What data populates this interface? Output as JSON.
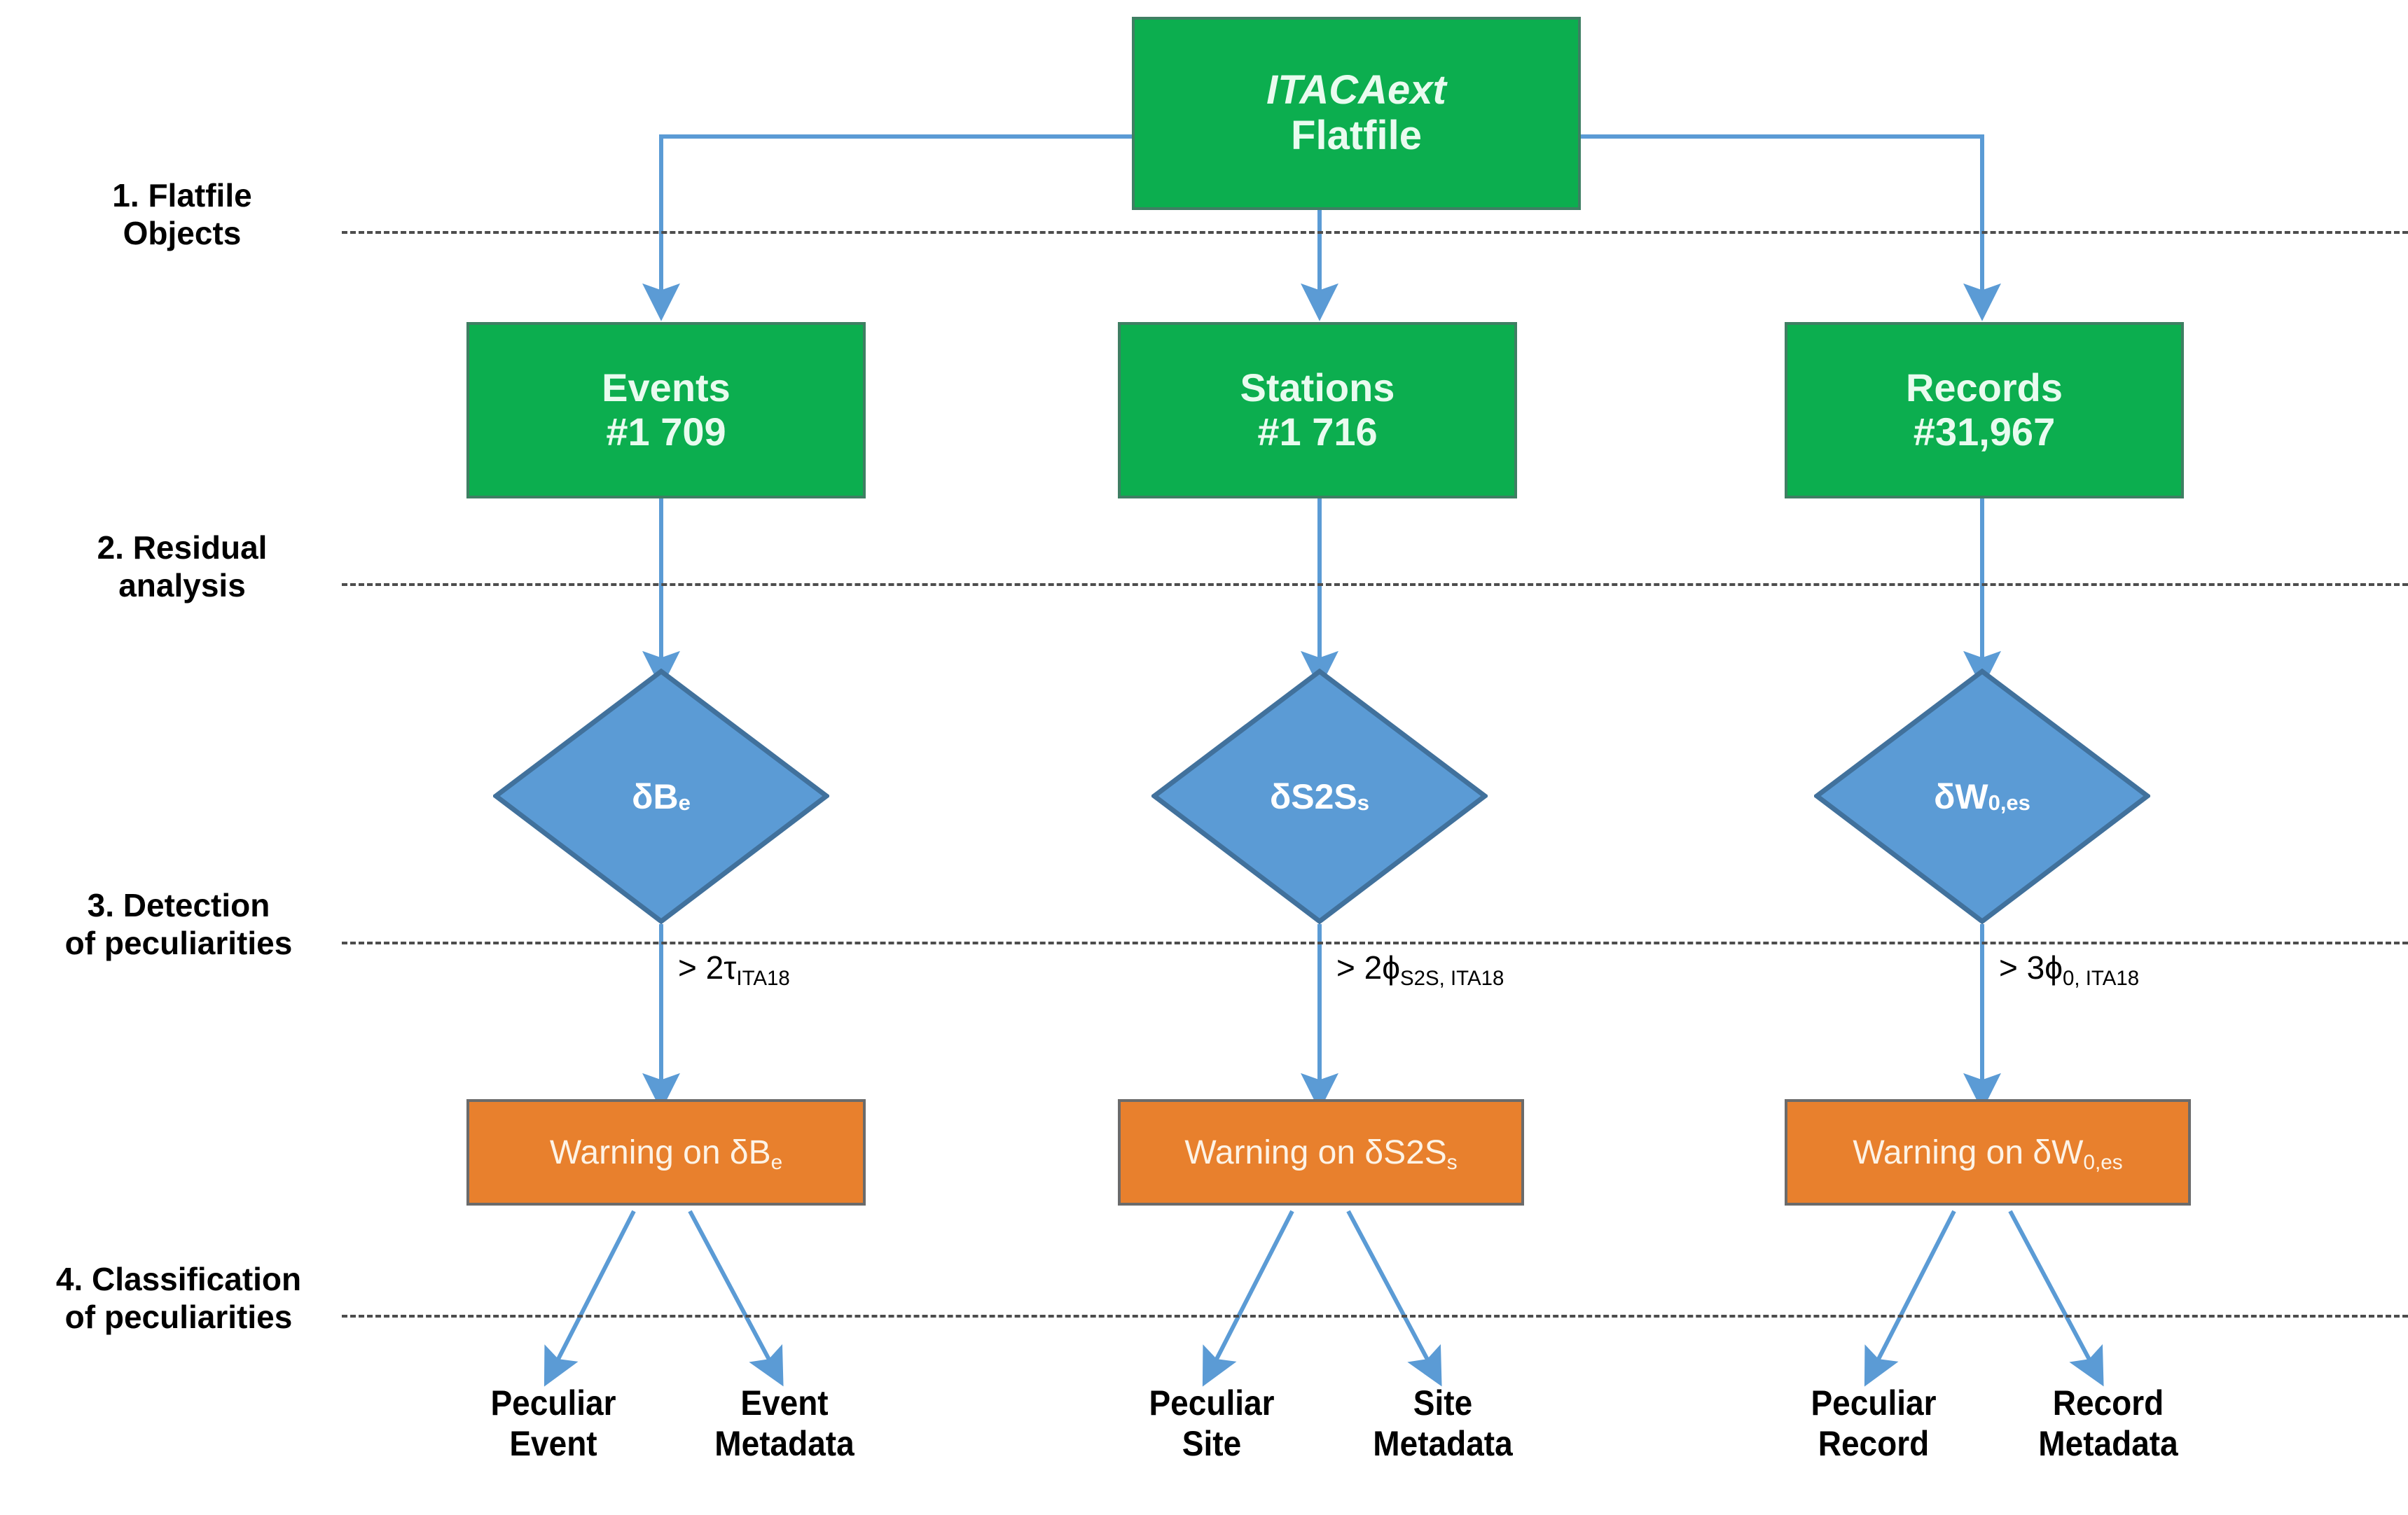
{
  "diagram": {
    "title_box": {
      "line1": "ITACAext",
      "line2": "Flatfile"
    },
    "colors": {
      "green": "#0CAE4F",
      "green_border": "#3f7f63",
      "orange": "#E8802D",
      "orange_border": "#6b6b6b",
      "blue": "#5B9BD5",
      "blue_border": "#41719C",
      "connector": "#5B9BD5",
      "divider": "#4d4d4d",
      "text_dark": "#000000"
    },
    "phases": [
      {
        "number": "1.",
        "label": "1. Flatfile\nObjects"
      },
      {
        "number": "2.",
        "label": "2. Residual\nanalysis"
      },
      {
        "number": "3.",
        "label": "3. Detection\nof peculiarities"
      },
      {
        "number": "4.",
        "label": "4. Classification\nof peculiarities"
      }
    ],
    "objects": [
      {
        "name": "Events",
        "count": "#1 709"
      },
      {
        "name": "Stations",
        "count": "#1 716"
      },
      {
        "name": "Records",
        "count": "#31,967"
      }
    ],
    "residuals": [
      {
        "symbol": "δB",
        "sub": "e"
      },
      {
        "symbol": "δS2S",
        "sub": "s"
      },
      {
        "symbol": "δW",
        "sub": "0,es"
      }
    ],
    "conditions": [
      {
        "prefix": "> 2τ",
        "sub": "ITA18"
      },
      {
        "prefix": "> 2ϕ",
        "sub": "S2S, ITA18"
      },
      {
        "prefix": "> 3ϕ",
        "sub": "0, ITA18"
      }
    ],
    "warnings": [
      {
        "prefix": "Warning on δB",
        "sub": "e"
      },
      {
        "prefix": "Warning on δS2S",
        "sub": "s"
      },
      {
        "prefix": "Warning on δW",
        "sub": "0,es"
      }
    ],
    "outcomes": [
      {
        "left": "Peculiar\nEvent",
        "right": "Event\nMetadata"
      },
      {
        "left": "Peculiar\nSite",
        "right": "Site\nMetadata"
      },
      {
        "left": "Peculiar\nRecord",
        "right": "Record\nMetadata"
      }
    ]
  }
}
